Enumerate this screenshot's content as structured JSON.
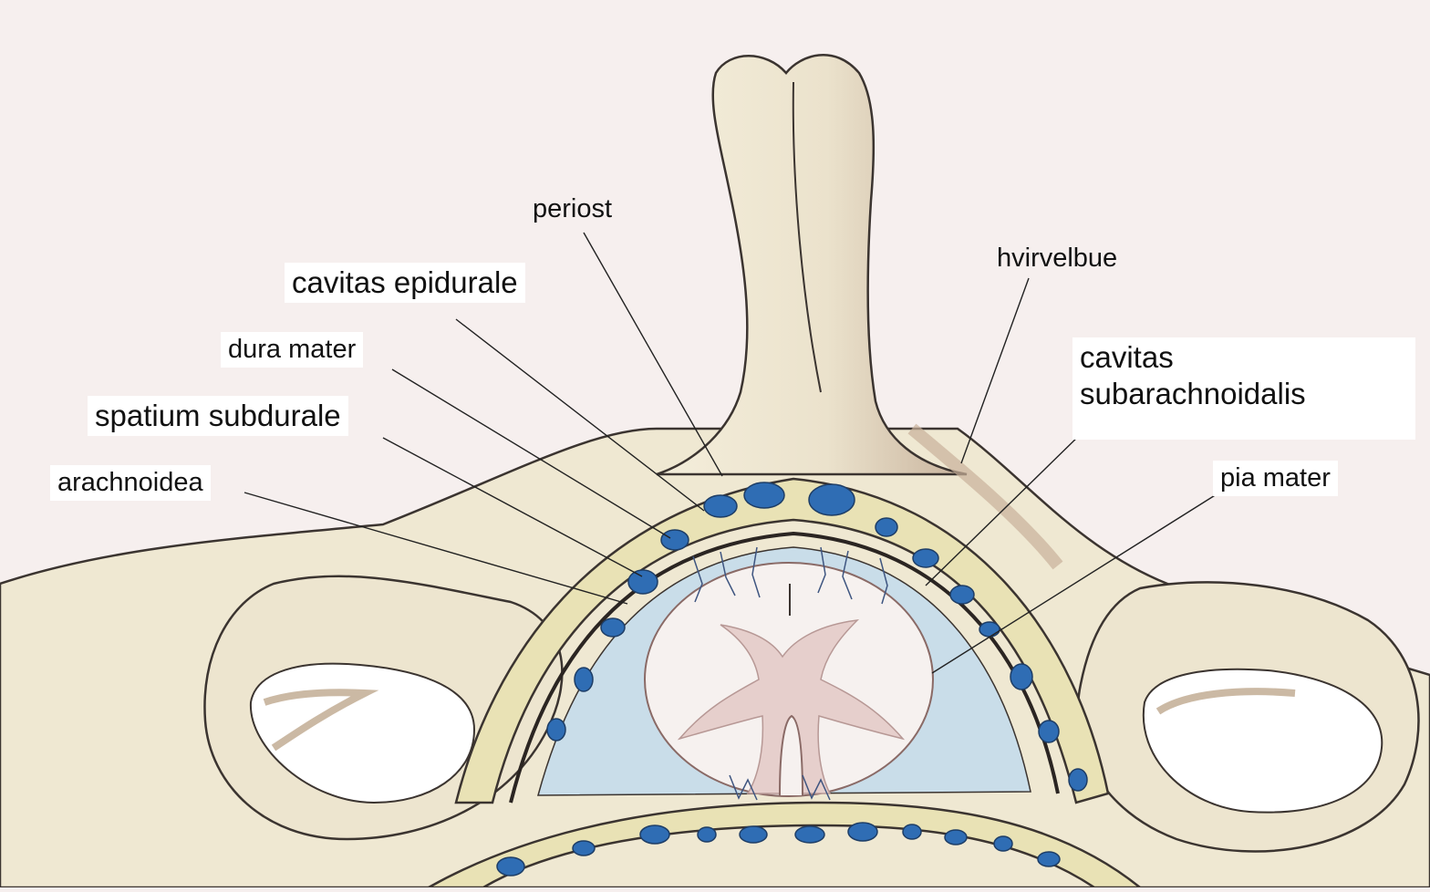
{
  "labels": {
    "periost": "periost",
    "cavitas_epidurale": "cavitas epidurale",
    "dura_mater": "dura mater",
    "spatium_subdurale": "spatium subdurale",
    "arachnoidea": "arachnoidea",
    "hvirvelbue": "hvirvelbue",
    "cavitas_subarachnoidalis_line1": "cavitas",
    "cavitas_subarachnoidalis_line2": "subarachnoidalis",
    "pia_mater": "pia mater"
  },
  "colors": {
    "bone": "#efe8d2",
    "bone_shadow": "#cbb9a4",
    "outline": "#3b3430",
    "vein_blue": "#2f6db4",
    "csf_blue": "#c9dde9",
    "cord": "#f6f1ef",
    "grey_matter": "#e6cfcc",
    "page_background": "#f6efee",
    "label_background": "#ffffff"
  }
}
